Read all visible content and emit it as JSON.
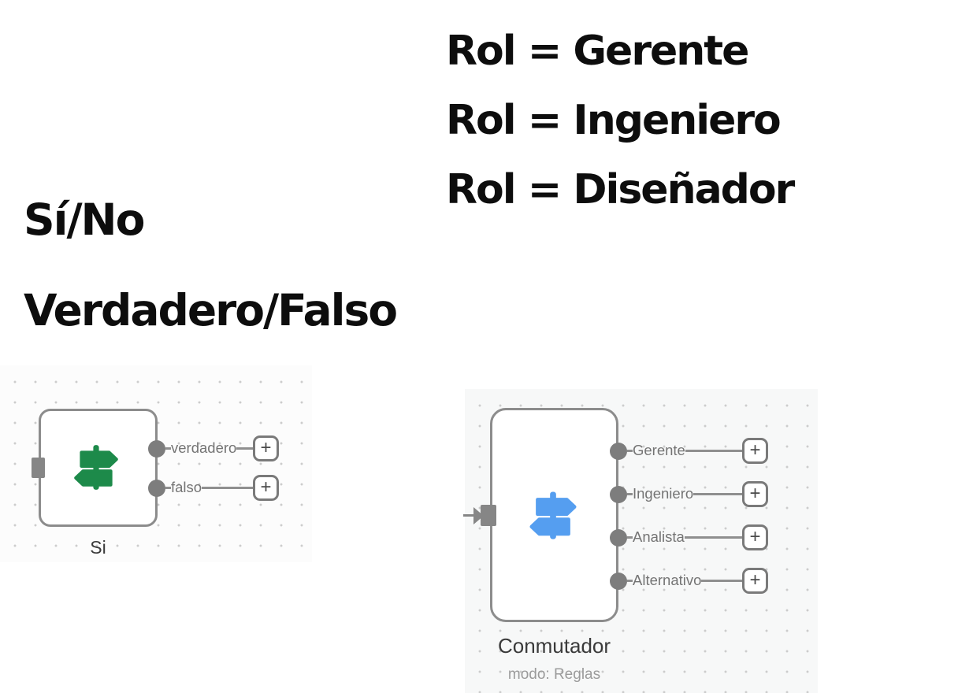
{
  "annotations": {
    "switch_rules": [
      "Rol = Gerente",
      "Rol = Ingeniero",
      "Rol = Diseñador"
    ],
    "if_options": [
      "Sí/No",
      "Verdadero/Falso"
    ]
  },
  "if_node": {
    "title": "Si",
    "icon": "signpost-icon",
    "icon_color": "#1D8A4A",
    "outputs": [
      "verdadero",
      "falso"
    ]
  },
  "switch_node": {
    "title": "Conmutador",
    "subtitle": "modo: Reglas",
    "icon": "signpost-icon",
    "icon_color": "#559EF0",
    "outputs": [
      "Gerente",
      "Ingeniero",
      "Analista",
      "Alternativo"
    ]
  },
  "ui": {
    "plus_label": "+"
  },
  "colors": {
    "if_icon_green": "#1D8A4A",
    "switch_icon_blue": "#559EF0",
    "connector_gray": "#7D7D7D",
    "node_border_gray": "#8C8C8C",
    "annotation_black": "#0D0D0D",
    "canvas_right_bg": "#F7F8F8"
  }
}
